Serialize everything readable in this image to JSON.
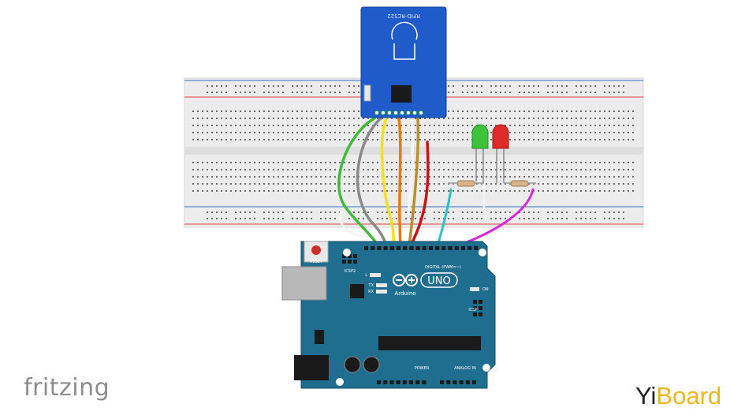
{
  "rfid_module": {
    "label": "RFID-RC522"
  },
  "arduino": {
    "brand": "Arduino",
    "model": "UNO",
    "reset_label": "RESET",
    "icsp2_label": "ICSP2",
    "icsp_label": "ICSP",
    "l_label": "L",
    "tx_label": "TX",
    "rx_label": "RX",
    "on_label": "ON",
    "digital_label": "DIGITAL (PWM=~)",
    "power_label": "POWER",
    "analog_label": "ANALOG IN"
  },
  "logos": {
    "fritzing": "fritzing",
    "yiboard_prefix": "Yi",
    "yiboard_suffix": "Board"
  },
  "colors": {
    "breadboard": "#ececec",
    "rfid_board": "#1f5cc9",
    "arduino_board": "#1f6e90",
    "wire_green": "#41b93a",
    "wire_gray": "#8a8a8a",
    "wire_yellow": "#f2e21c",
    "wire_orange": "#e57a10",
    "wire_olive": "#b8902a",
    "wire_red": "#c81414",
    "wire_cyan": "#2cc2c2",
    "wire_magenta": "#d42ad8",
    "led_green": "#3ec23a",
    "led_red": "#e02a2a"
  }
}
